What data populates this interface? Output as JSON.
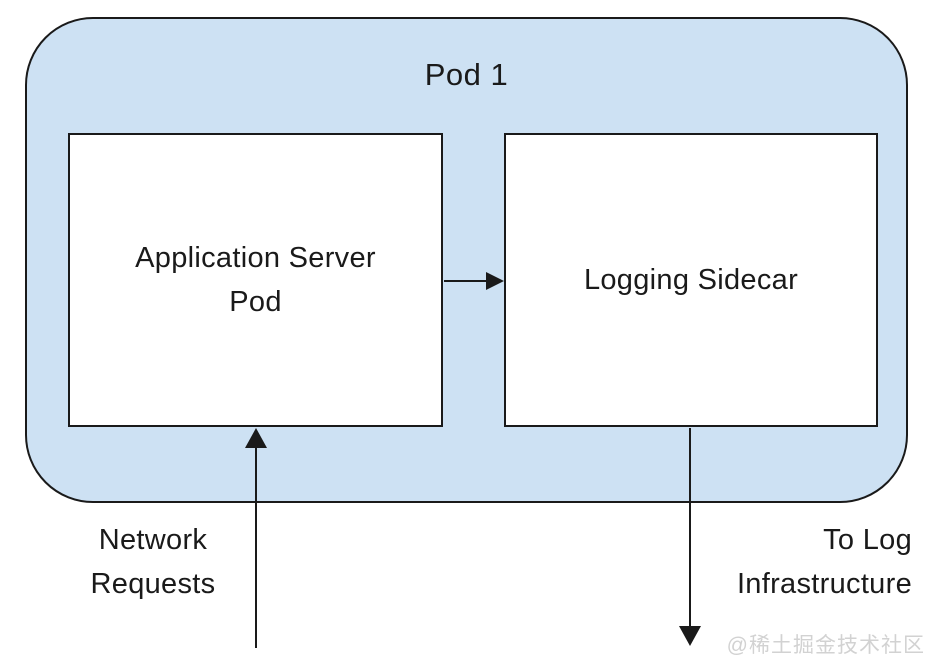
{
  "pod": {
    "title": "Pod 1"
  },
  "nodes": {
    "app_server": {
      "lines": [
        "Application Server",
        "Pod"
      ]
    },
    "logging_sidecar": {
      "label": "Logging Sidecar"
    }
  },
  "edge_labels": {
    "network_requests": {
      "lines": [
        "Network",
        "Requests"
      ]
    },
    "to_log_infrastructure": {
      "lines": [
        "To Log",
        "Infrastructure"
      ]
    }
  },
  "watermark": "@稀土掘金技术社区",
  "colors": {
    "pod_fill": "#CDE1F3",
    "stroke": "#1A1A1A",
    "node_fill": "#FFFFFF",
    "watermark": "#D2D2D2"
  }
}
